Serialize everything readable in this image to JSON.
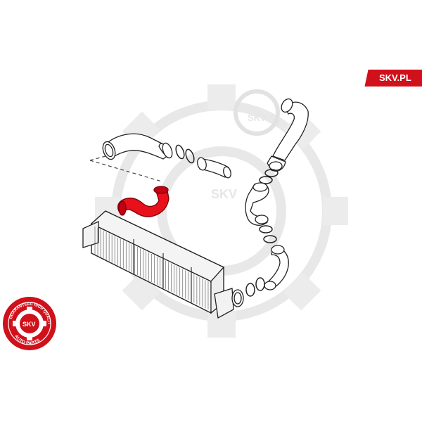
{
  "brand": {
    "badge_label": "SKV.PL",
    "badge_color": "#d0101a"
  },
  "seal": {
    "top_text": "GUARANTEED HIGH QUALITY",
    "bottom_text": "AUTO PARTS",
    "center_text": "SKV",
    "color": "#d0101a"
  },
  "watermark": {
    "label": "SKV",
    "icon": "gear-icon"
  },
  "diagram": {
    "highlighted_part": "charge-air-hose",
    "highlight_color": "#e8101a",
    "line_color": "#222222"
  }
}
